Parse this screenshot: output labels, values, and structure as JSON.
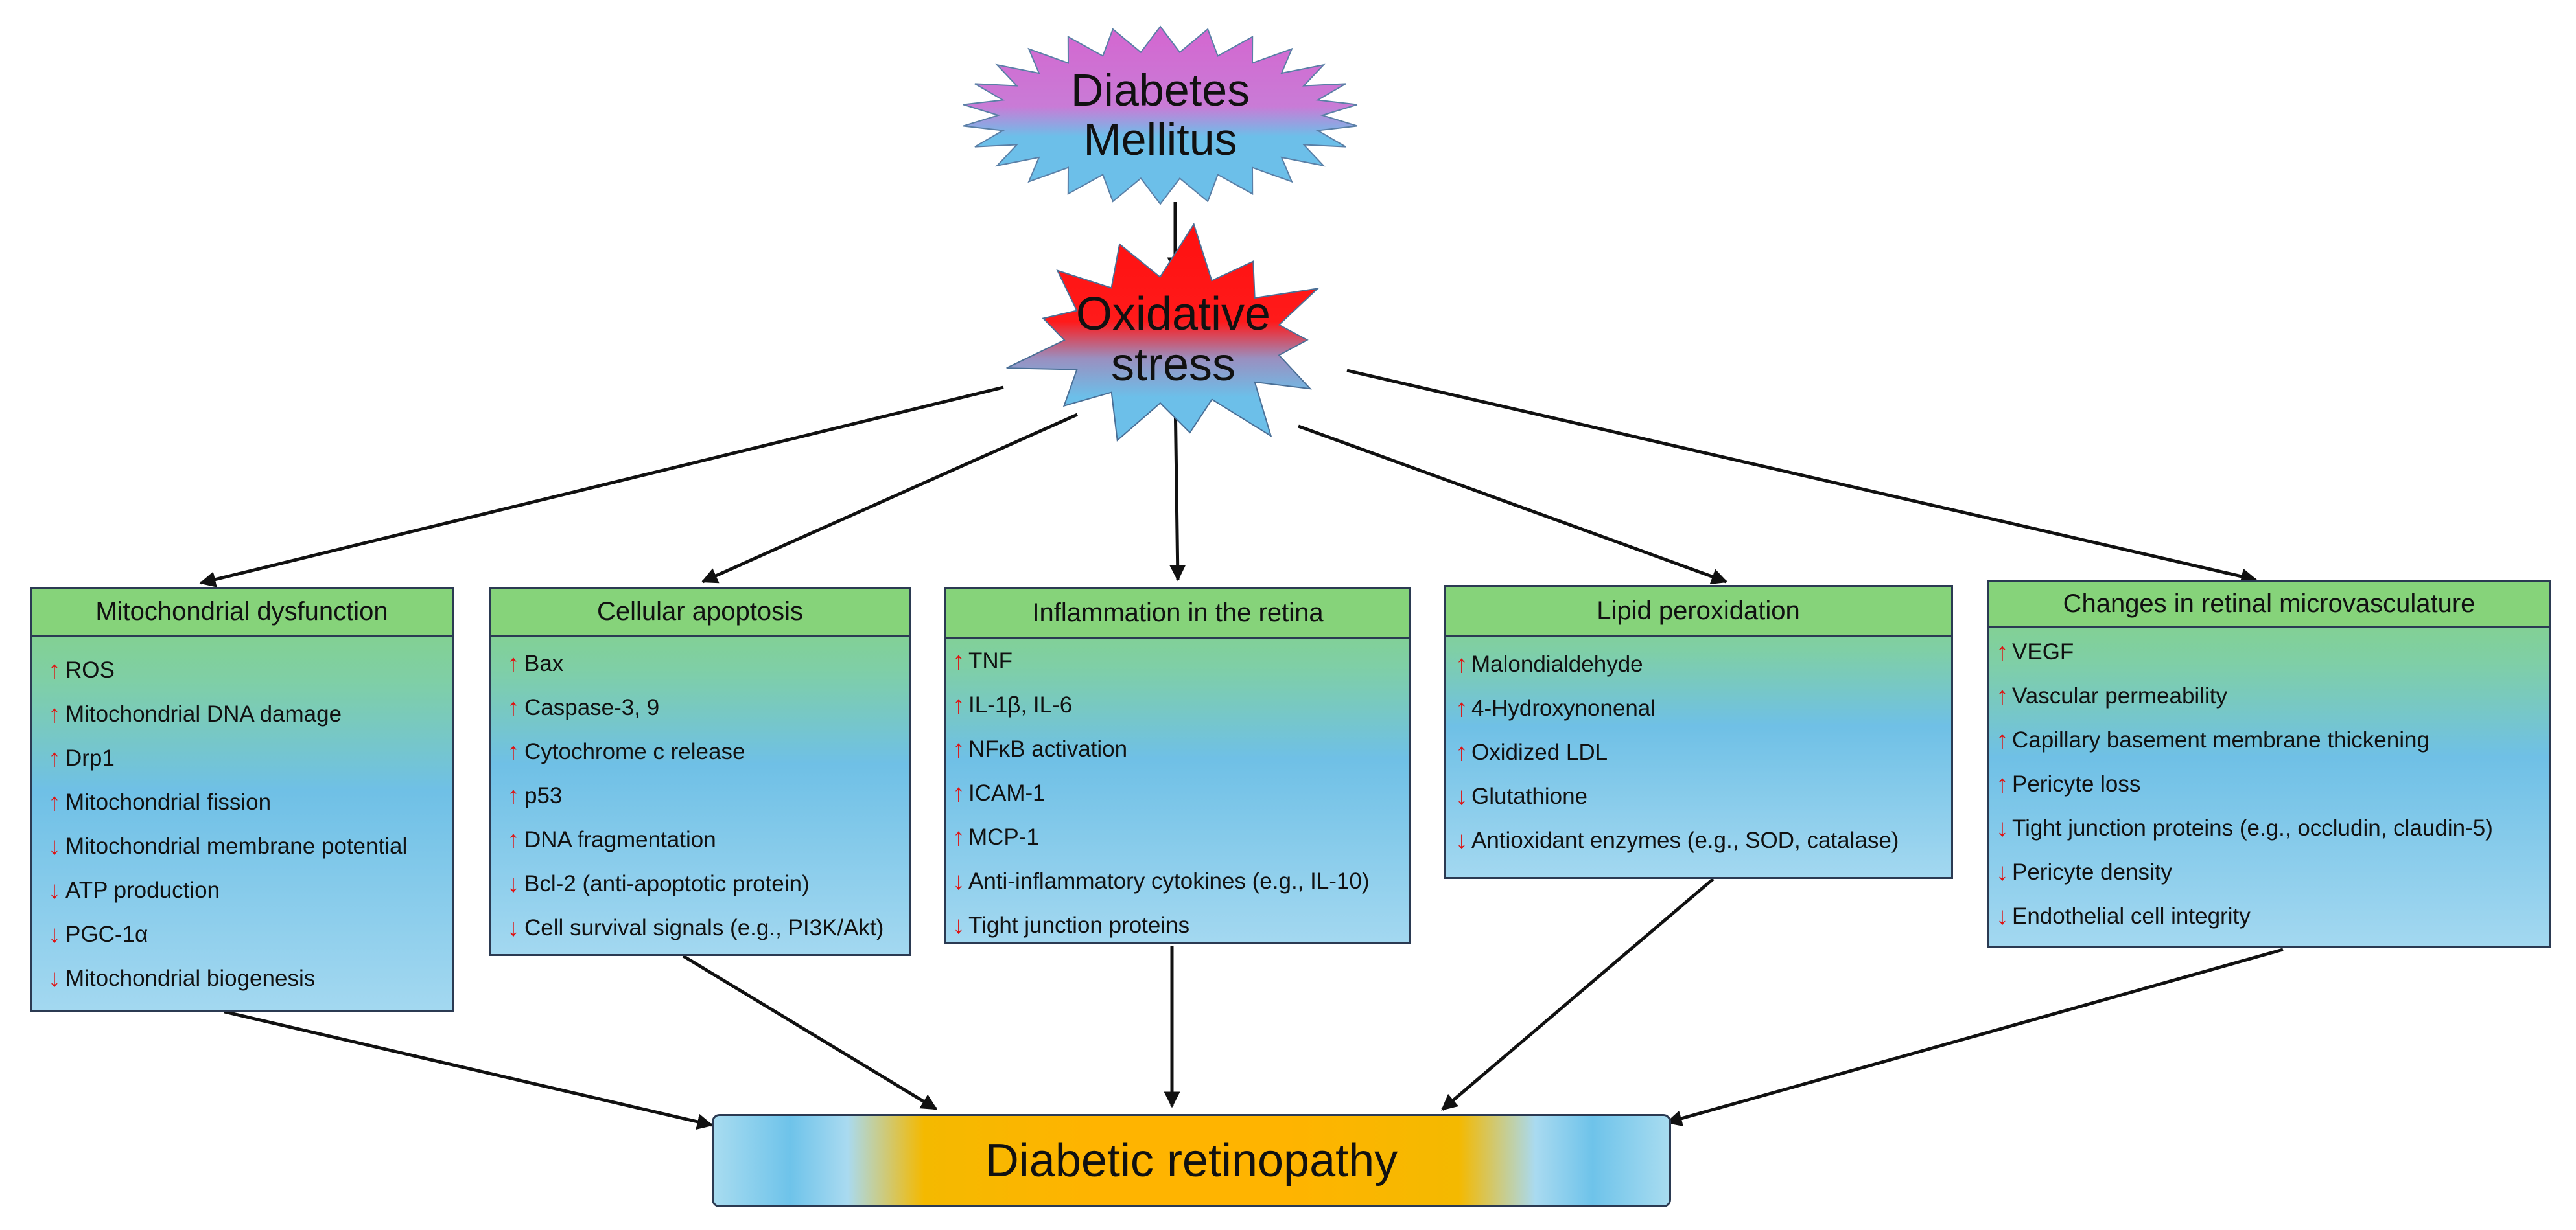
{
  "top_node": {
    "line1": "Diabetes",
    "line2": "Mellitus"
  },
  "middle_node": {
    "line1": "Oxidative",
    "line2": "stress"
  },
  "boxes": [
    {
      "title": "Mitochondrial dysfunction",
      "items": [
        {
          "dir": "↑",
          "text": "ROS"
        },
        {
          "dir": "↑",
          "text": "Mitochondrial DNA damage"
        },
        {
          "dir": "↑",
          "text": "Drp1"
        },
        {
          "dir": "↑",
          "text": "Mitochondrial fission"
        },
        {
          "dir": "↓",
          "text": "Mitochondrial membrane potential"
        },
        {
          "dir": "↓",
          "text": "ATP production"
        },
        {
          "dir": "↓",
          "text": "PGC-1α"
        },
        {
          "dir": "↓",
          "text": "Mitochondrial biogenesis"
        }
      ]
    },
    {
      "title": "Cellular apoptosis",
      "items": [
        {
          "dir": "↑",
          "text": "Bax"
        },
        {
          "dir": "↑",
          "text": "Caspase-3, 9"
        },
        {
          "dir": "↑",
          "text": "Cytochrome c release"
        },
        {
          "dir": "↑",
          "text": "p53"
        },
        {
          "dir": "↑",
          "text": "DNA fragmentation"
        },
        {
          "dir": "↓",
          "text": "Bcl-2 (anti-apoptotic protein)"
        },
        {
          "dir": "↓",
          "text": "Cell survival signals (e.g., PI3K/Akt)"
        }
      ]
    },
    {
      "title": "Inflammation in the retina",
      "items": [
        {
          "dir": "↑",
          "text": "TNF"
        },
        {
          "dir": "↑",
          "text": "IL-1β, IL-6"
        },
        {
          "dir": "↑",
          "text": "NFκB activation"
        },
        {
          "dir": "↑",
          "text": "ICAM-1"
        },
        {
          "dir": "↑",
          "text": "MCP-1"
        },
        {
          "dir": "↓",
          "text": "Anti-inflammatory cytokines (e.g., IL-10)"
        },
        {
          "dir": "↓",
          "text": "Tight junction proteins"
        }
      ]
    },
    {
      "title": "Lipid peroxidation",
      "items": [
        {
          "dir": "↑",
          "text": "Malondialdehyde"
        },
        {
          "dir": "↑",
          "text": "4-Hydroxynonenal"
        },
        {
          "dir": "↑",
          "text": "Oxidized LDL"
        },
        {
          "dir": "↓",
          "text": "Glutathione"
        },
        {
          "dir": "↓",
          "text": "Antioxidant enzymes (e.g., SOD, catalase)"
        }
      ]
    },
    {
      "title": "Changes in retinal microvasculature",
      "items": [
        {
          "dir": "↑",
          "text": "VEGF"
        },
        {
          "dir": "↑",
          "text": "Vascular permeability"
        },
        {
          "dir": "↑",
          "text": "Capillary basement membrane thickening"
        },
        {
          "dir": "↑",
          "text": "Pericyte loss"
        },
        {
          "dir": "↓",
          "text": "Tight junction proteins (e.g., occludin, claudin-5)"
        },
        {
          "dir": "↓",
          "text": "Pericyte density"
        },
        {
          "dir": "↓",
          "text": "Endothelial cell integrity"
        }
      ]
    }
  ],
  "result_node": {
    "label": "Diabetic retinopathy"
  },
  "colors": {
    "increase_arrow": "#e01010",
    "decrease_arrow": "#e01010",
    "box_header": "#86d37a",
    "result_core": "#ffb400",
    "star_top_magenta": "#d466d0",
    "star_top_blue": "#6cbfe9",
    "star_mid_red": "#ff1010",
    "star_mid_blue": "#6cbfe9"
  }
}
